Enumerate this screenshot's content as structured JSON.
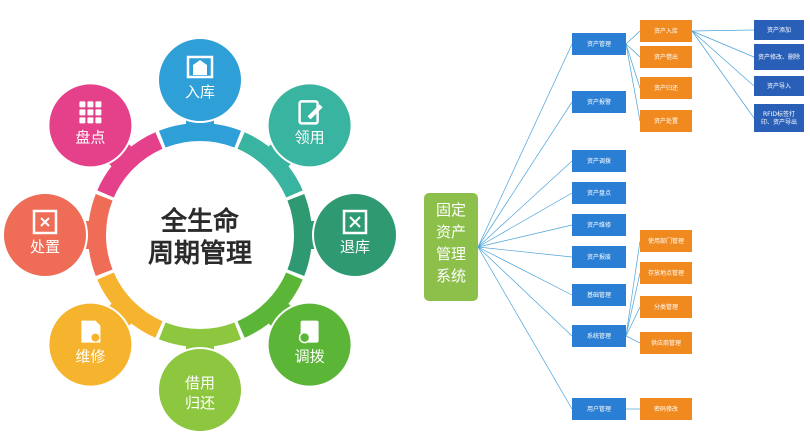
{
  "wheel": {
    "center_line1": "全生命",
    "center_line2": "周期管理",
    "nodes": [
      {
        "id": "inbound",
        "line1": "入库",
        "line2": "",
        "color": "#2f9fd8",
        "icon": "warehouse-icon"
      },
      {
        "id": "requisition",
        "line1": "领用",
        "line2": "",
        "color": "#39b4a0",
        "icon": "edit-document-icon"
      },
      {
        "id": "return",
        "line1": "退库",
        "line2": "",
        "color": "#2f9a72",
        "icon": "box-return-icon"
      },
      {
        "id": "transfer",
        "line1": "调拨",
        "line2": "",
        "color": "#5bb536",
        "icon": "transfer-document-icon"
      },
      {
        "id": "borrow",
        "line1": "借用",
        "line2": "归还",
        "color": "#8dc63f",
        "icon": ""
      },
      {
        "id": "repair",
        "line1": "维修",
        "line2": "",
        "color": "#f5b32e",
        "icon": "repair-document-icon"
      },
      {
        "id": "disposal",
        "line1": "处置",
        "line2": "",
        "color": "#ef6c57",
        "icon": "disposal-box-icon"
      },
      {
        "id": "inventory",
        "line1": "盘点",
        "line2": "",
        "color": "#e5418a",
        "icon": "grid-icon"
      }
    ]
  },
  "tree": {
    "root": "固定资产管理系统",
    "root_color": "#8cc04b",
    "level1_color": "#2a7fd4",
    "level2_color": "#f08a1f",
    "level3_color": "#2a5fb8",
    "level1": [
      "资产管理",
      "资产报警",
      "资产调拨",
      "资产盘点",
      "资产维修",
      "资产报废",
      "基础管理",
      "系统管理",
      "用户管理"
    ],
    "asset_children": [
      "资产入库",
      "资产借出",
      "资产归还",
      "资产处置"
    ],
    "inbound_children": [
      "资产添加",
      "资产修改、删除",
      "资产导入",
      "RFID标签打印、资产导出"
    ],
    "system_children": [
      "使用部门管理",
      "存放地点管理",
      "分类管理",
      "供应商管理"
    ],
    "user_children": [
      "密码修改"
    ]
  }
}
